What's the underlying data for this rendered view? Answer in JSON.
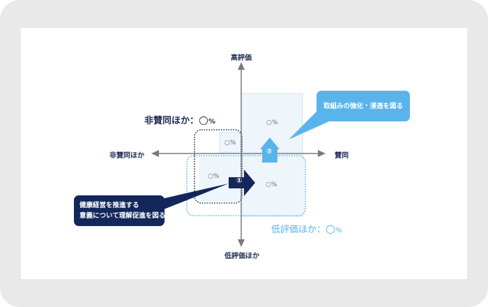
{
  "axes": {
    "top": "高評価",
    "bottom": "低評価ほか",
    "left": "非賛同ほか",
    "right": "賛同"
  },
  "quadrants": {
    "upper_right_pct": "○%",
    "upper_left_pct": "○%",
    "lower_left_pct": "○%",
    "lower_right_pct": "○%"
  },
  "groups": {
    "non_agree": {
      "label": "非賛同ほか：",
      "value": "○",
      "unit": "%"
    },
    "low_eval": {
      "label": "低評価ほか：",
      "value": "○",
      "unit": "%"
    }
  },
  "callouts": {
    "strengthen": "取組みの強化・浸透を図る",
    "understand_line1": "健康経営を推進する",
    "understand_line2": "意義について理解促進を図る"
  },
  "arrows": {
    "step1": "①",
    "step2": "②"
  },
  "colors": {
    "navy": "#13275a",
    "sky": "#5ab4ec",
    "light_fill": "#eef6fc",
    "axis": "#7a7a7a"
  }
}
